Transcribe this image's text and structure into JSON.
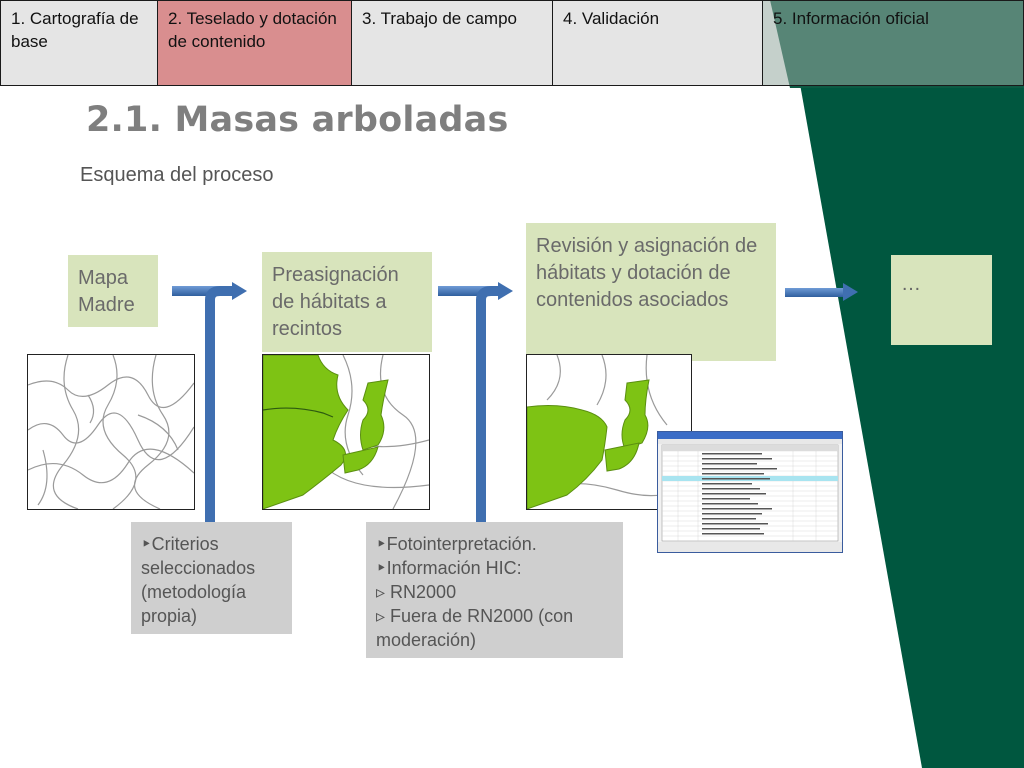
{
  "tabs": [
    {
      "label": "1. Cartografía de base"
    },
    {
      "label": "2. Teselado y dotación de contenido"
    },
    {
      "label": "3. Trabajo de campo"
    },
    {
      "label": "4. Validación"
    },
    {
      "label": "5. Información oficial"
    }
  ],
  "title": "2.1. Masas arboladas",
  "subtitle": "Esquema del proceso",
  "flow": {
    "step1": "Mapa Madre",
    "step2": "Preasignación de hábitats a recintos",
    "step3": "Revisión y asignación de hábitats y dotación de contenidos asociados",
    "step4": "…"
  },
  "notes": {
    "criteria": [
      "‣Criterios seleccionados (metodología propia)"
    ],
    "sources": [
      "‣Fotointerpretación.",
      "‣Información HIC:",
      "▹ RN2000",
      "▹ Fuera de RN2000 (con",
      "moderación)"
    ]
  },
  "colors": {
    "dark_green": "#00573f",
    "box_green": "#d8e4bc",
    "polygon_green": "#7ec314",
    "arrow_blue": "#4f81bd",
    "active_tab": "#d98e8f"
  }
}
